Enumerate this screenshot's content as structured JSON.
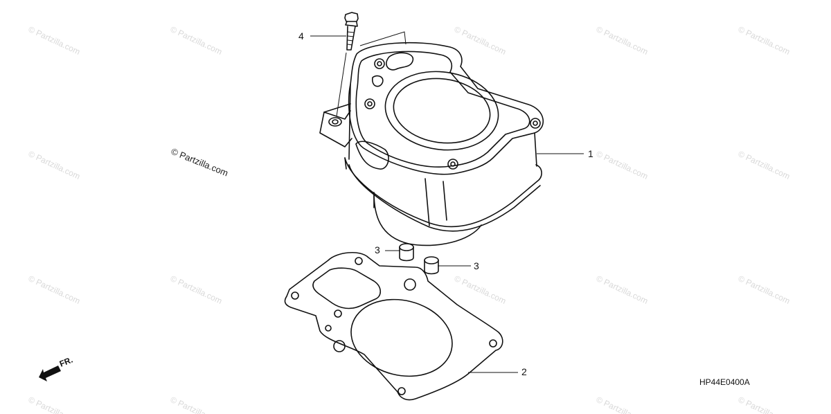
{
  "diagram": {
    "callouts": {
      "cylinder": "1",
      "gasket": "2",
      "dowel_left": "3",
      "dowel_right": "3",
      "bolt": "4"
    },
    "watermark_main": "© Partzilla.com",
    "watermark_tile": "© Partzilla.com",
    "front_label": "FR.",
    "diagram_code": "HP44E0400A"
  }
}
